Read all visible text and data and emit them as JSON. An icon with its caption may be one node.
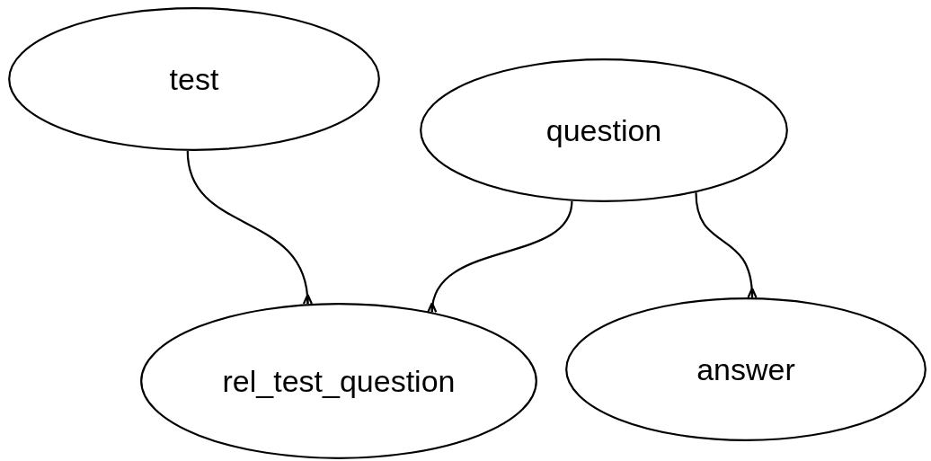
{
  "diagram": {
    "nodes": [
      {
        "text": [
          "test"
        ]
      },
      {
        "text": [
          "question"
        ]
      },
      {
        "text": [
          "rel_test_question"
        ]
      },
      {
        "text": [
          "answer"
        ]
      }
    ],
    "edges": [
      {
        "from": 0,
        "to": 2,
        "arrow": "other"
      },
      {
        "from": 1,
        "to": 2,
        "arrow": "other"
      },
      {
        "from": 1,
        "to": 3,
        "arrow": "other"
      }
    ]
  }
}
